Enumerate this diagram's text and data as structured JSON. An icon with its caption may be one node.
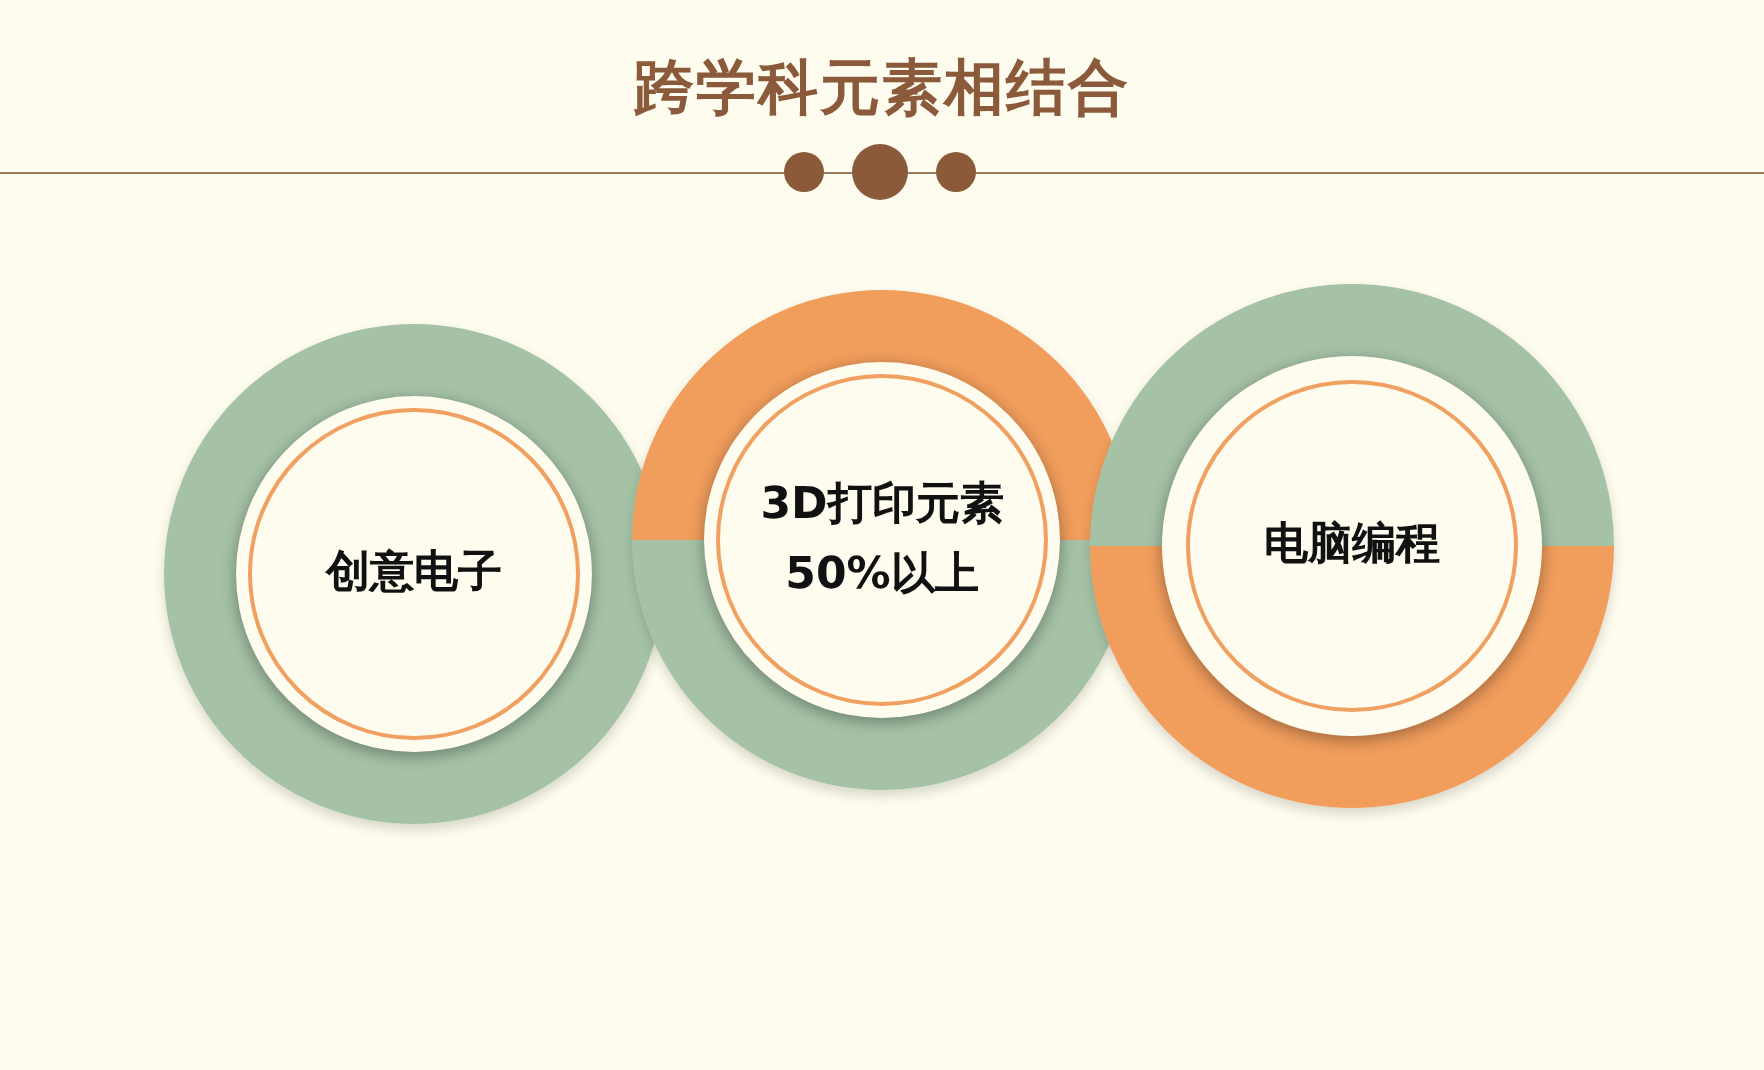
{
  "diagram": {
    "title": "跨学科元素相结合",
    "nodes": [
      {
        "text": [
          "创意电子"
        ]
      },
      {
        "text": [
          "3D打印元素 50%以上"
        ]
      },
      {
        "text": [
          "电脑编程"
        ]
      }
    ]
  }
}
